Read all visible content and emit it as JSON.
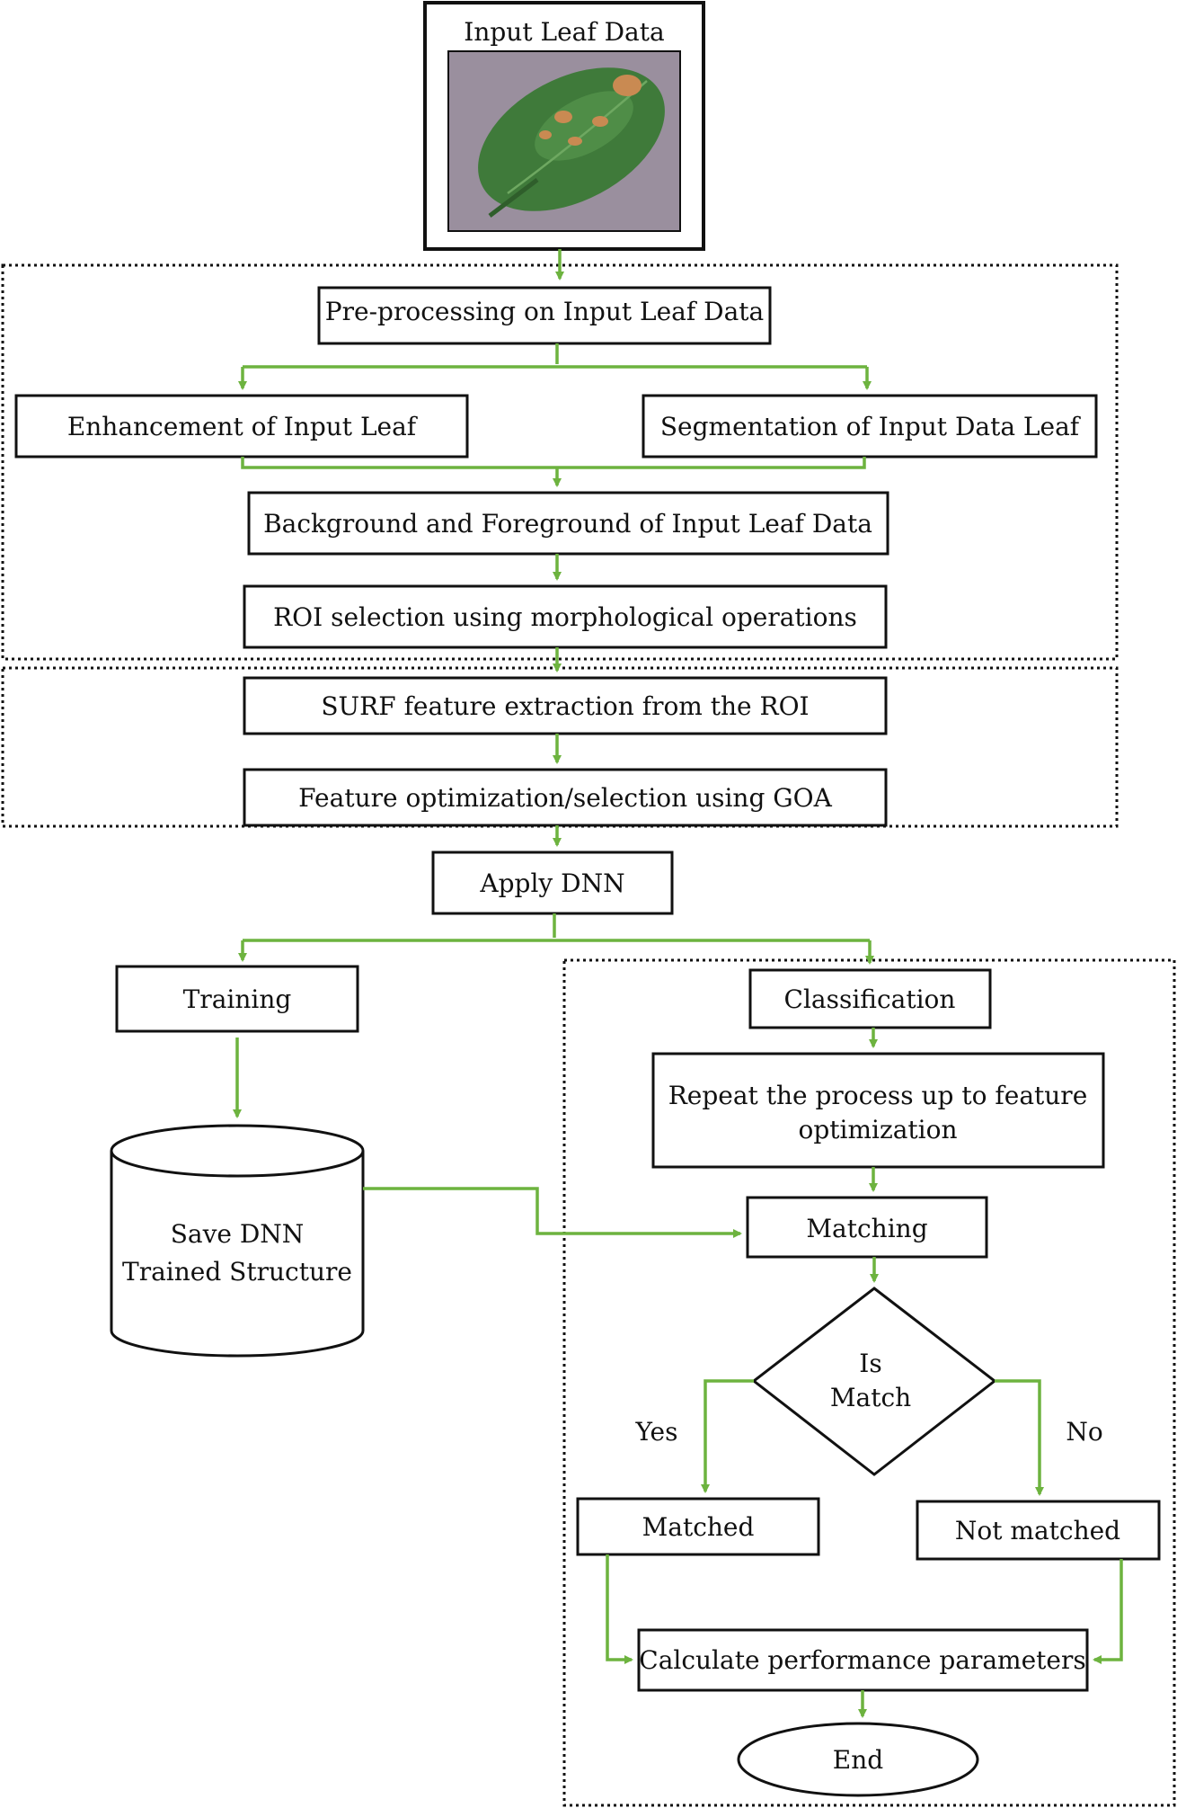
{
  "colors": {
    "arrow": "#6db33f",
    "box_border": "#111111",
    "text": "#111111",
    "background": "#ffffff",
    "leaf_image_bg": "#9a8f9e",
    "leaf_green": "#3f7a3a",
    "leaf_spot": "#c98a52"
  },
  "nodes": {
    "input_leaf_data": "Input Leaf Data",
    "preprocessing": "Pre-processing on Input Leaf Data",
    "enhancement": "Enhancement of Input Leaf",
    "segmentation": "Segmentation of Input Data Leaf",
    "background_foreground": "Background and Foreground of Input Leaf Data",
    "roi_selection": "ROI selection using morphological operations",
    "surf_extraction": "SURF feature extraction from the ROI",
    "feature_optimization": "Feature optimization/selection using GOA",
    "apply_dnn": "Apply DNN",
    "training": "Training",
    "save_dnn": [
      "Save DNN",
      "Trained Structure"
    ],
    "classification": "Classification",
    "repeat_process": [
      "Repeat the process up to feature",
      "optimization"
    ],
    "matching": "Matching",
    "is_match": [
      "Is",
      "Match"
    ],
    "matched": "Matched",
    "not_matched": "Not matched",
    "calculate_performance": "Calculate performance parameters",
    "end": "End"
  },
  "edge_labels": {
    "yes": "Yes",
    "no": "No"
  },
  "icons": {
    "leaf_image": "diseased-leaf-photo"
  }
}
